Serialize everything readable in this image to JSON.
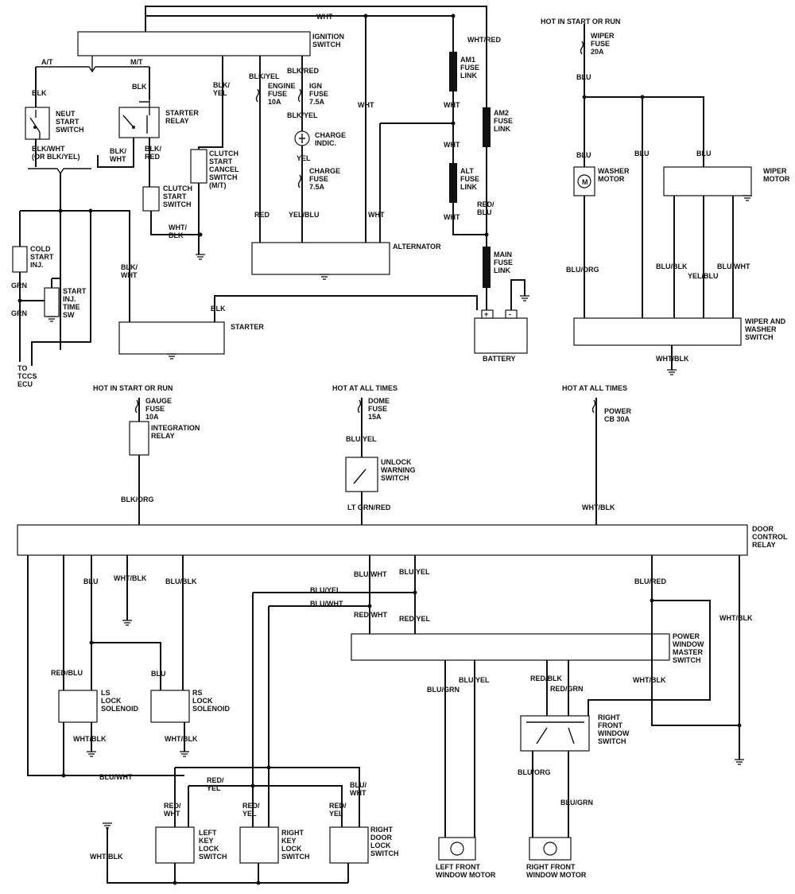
{
  "labels": {
    "ignition_switch": "IGNITION\nSWITCH",
    "at": "A/T",
    "mt": "M/T",
    "wht_top": "WHT",
    "wht_red_top": "WHT/RED",
    "blk_1": "BLK",
    "blk_2": "BLK",
    "neut_start_switch": "NEUT\nSTART\nSWITCH",
    "starter_relay": "STARTER\nRELAY",
    "blk_wht_or": "BLK/WHT\n(OR BLK/YEL)",
    "blk_wht_relay": "BLK/\nWHT",
    "blk_red_relay": "BLK/\nRED",
    "blk_yel_ign": "BLK/\nYEL",
    "clutch_start_cancel": "CLUTCH\nSTART\nCANCEL\nSWITCH\n(M/T)",
    "clutch_start_switch": "CLUTCH\nSTART\nSWITCH",
    "wht_blk_clutch": "WHT/\nBLK",
    "blk_yel_eng": "BLK/YEL",
    "engine_fuse": "ENGINE\nFUSE\n10A",
    "blk_red_ign": "BLK/RED",
    "ign_fuse": "IGN\nFUSE\n7.5A",
    "blk_yel_2": "BLK/YEL",
    "charge_indic": "CHARGE\nINDIC.",
    "yel": "YEL",
    "charge_fuse": "CHARGE\nFUSE\n7.5A",
    "red": "RED",
    "yel_blu": "YEL/BLU",
    "wht_alt1": "WHT",
    "wht_alt2": "WHT",
    "alternator": "ALTERNATOR",
    "am1_fuse_link": "AM1\nFUSE\nLINK",
    "wht_am1": "WHT",
    "wht_alt_fl": "WHT",
    "alt_fuse_link": "ALT\nFUSE\nLINK",
    "wht_alt_fl2": "WHT",
    "am2_fuse_link": "AM2\nFUSE\nLINK",
    "red_blu": "RED/\nBLU",
    "main_fuse_link": "MAIN\nFUSE\nLINK",
    "battery_plus": "+",
    "battery_minus": "-",
    "battery": "BATTERY",
    "cold_start_inj": "COLD\nSTART\nINJ.",
    "grn_1": "GRN",
    "grn_2": "GRN",
    "start_inj_time_sw": "START\nINJ.\nTIME\nSW",
    "to_tccs_ecu": "TO\nTCCS\nECU",
    "blk_wht_starter": "BLK/\nWHT",
    "blk_starter": "BLK",
    "starter": "STARTER",
    "hot_start_run_1": "HOT IN START OR RUN",
    "wiper_fuse": "WIPER\nFUSE\n20A",
    "blu_1": "BLU",
    "blu_washer": "BLU",
    "blu_mid": "BLU",
    "blu_wiper": "BLU",
    "washer_motor": "WASHER\nMOTOR",
    "wiper_motor": "WIPER\nMOTOR",
    "blu_org_1": "BLU/ORG",
    "blu_blk_1": "BLU/BLK",
    "yel_blu_w": "YEL/BLU",
    "blu_wht_1": "BLU/WHT",
    "wiper_washer_switch": "WIPER AND\nWASHER\nSWITCH",
    "wht_blk_wiper": "WHT/BLK",
    "hot_start_run_2": "HOT IN START OR RUN",
    "gauge_fuse": "GAUGE\nFUSE\n10A",
    "integration_relay": "INTEGRATION\nRELAY",
    "blk_org": "BLK/ORG",
    "hot_all_times_1": "HOT AT ALL TIMES",
    "dome_fuse": "DOME\nFUSE\n15A",
    "blu_yel_1": "BLU/YEL",
    "unlock_warning_switch": "UNLOCK\nWARNING\nSWITCH",
    "lt_grn_red": "LT GRN/RED",
    "hot_all_times_2": "HOT AT ALL TIMES",
    "power_cb": "POWER\nCB 30A",
    "wht_blk_pcb": "WHT/BLK",
    "door_control_relay": "DOOR\nCONTROL\nRELAY",
    "blu_dcr": "BLU",
    "wht_blk_dcr": "WHT/BLK",
    "blu_blk_dcr": "BLU/BLK",
    "blu_wht_dcr": "BLU/WHT",
    "blu_yel_dcr": "BLU/YEL",
    "blu_red_dcr": "BLU/RED",
    "wht_blk_right": "WHT/BLK",
    "blu_yel_mid": "BLU/YEL",
    "blu_wht_mid": "BLU/WHT",
    "red_wht_pwms": "RED/WHT",
    "red_yel_pwms": "RED/YEL",
    "power_window_master": "POWER\nWINDOW\nMASTER\nSWITCH",
    "red_blu_ls": "RED/BLU",
    "blu_rs": "BLU",
    "ls_lock_solenoid": "LS\nLOCK\nSOLENOID",
    "rs_lock_solenoid": "RS\nLOCK\nSOLENOID",
    "wht_blk_ls": "WHT/BLK",
    "wht_blk_rs": "WHT/BLK",
    "blu_wht_bottom": "BLU/WHT",
    "blu_grn_1": "BLU/GRN",
    "blu_yel_lfw": "BLU/YEL",
    "red_blk": "RED/BLK",
    "red_grn": "RED/GRN",
    "wht_blk_pwms": "WHT/BLK",
    "right_front_window_switch": "RIGHT\nFRONT\nWINDOW\nSWITCH",
    "blu_org_2": "BLU/ORG",
    "blu_grn_2": "BLU/GRN",
    "red_yel_key": "RED/\nYEL",
    "blu_wht_rdl": "BLU/\nWHT",
    "red_wht_key": "RED/\nWHT",
    "red_yel_rk": "RED/\nYEL",
    "red_yel_rdl": "RED/\nYEL",
    "left_key_lock_switch": "LEFT\nKEY\nLOCK\nSWITCH",
    "right_key_lock_switch": "RIGHT\nKEY\nLOCK\nSWITCH",
    "right_door_lock_switch": "RIGHT\nDOOR\nLOCK\nSWITCH",
    "wht_blk_left": "WHT/BLK",
    "left_front_window_motor": "LEFT FRONT\nWINDOW MOTOR",
    "right_front_window_motor": "RIGHT FRONT\nWINDOW MOTOR",
    "motor_m": "M"
  }
}
